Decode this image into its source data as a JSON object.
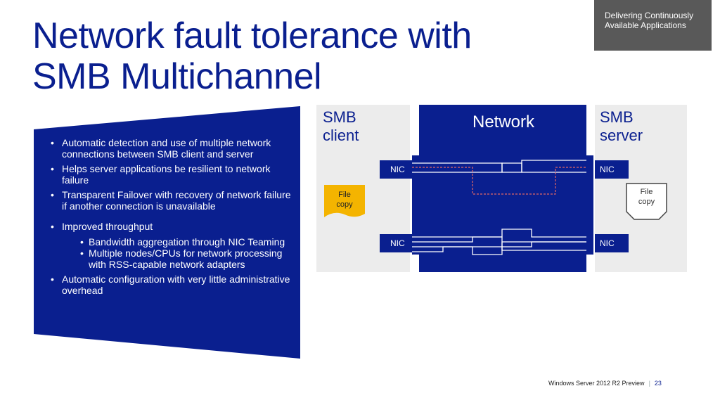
{
  "title": {
    "line1": "Network fault tolerance with",
    "line2": "SMB Multichannel"
  },
  "section_tag": {
    "line1": "Delivering Continuously",
    "line2": "Available Applications"
  },
  "bullets": [
    "Automatic detection and use of multiple network connections between SMB client and server",
    "Helps server applications be resilient to network failure",
    "Transparent Failover with recovery of network failure if another connection is unavailable",
    "Improved throughput",
    "Automatic configuration with very little administrative overhead"
  ],
  "sub_bullets": [
    "Bandwidth aggregation through NIC Teaming",
    "Multiple nodes/CPUs for network processing with RSS-capable network adapters"
  ],
  "diagram": {
    "client_label": {
      "line1": "SMB",
      "line2": "client"
    },
    "server_label": {
      "line1": "SMB",
      "line2": "server"
    },
    "network_label": "Network",
    "nic_label": "NIC",
    "client_file": {
      "line1": "File",
      "line2": "copy"
    },
    "server_file": {
      "line1": "File",
      "line2": "copy"
    },
    "colors": {
      "navy": "#0a1f8f",
      "panel_gray": "#ececec",
      "file_orange": "#f4b400",
      "failed_path": "#e06666"
    }
  },
  "footer": {
    "product": "Windows Server 2012 R2 Preview",
    "page": "23"
  }
}
